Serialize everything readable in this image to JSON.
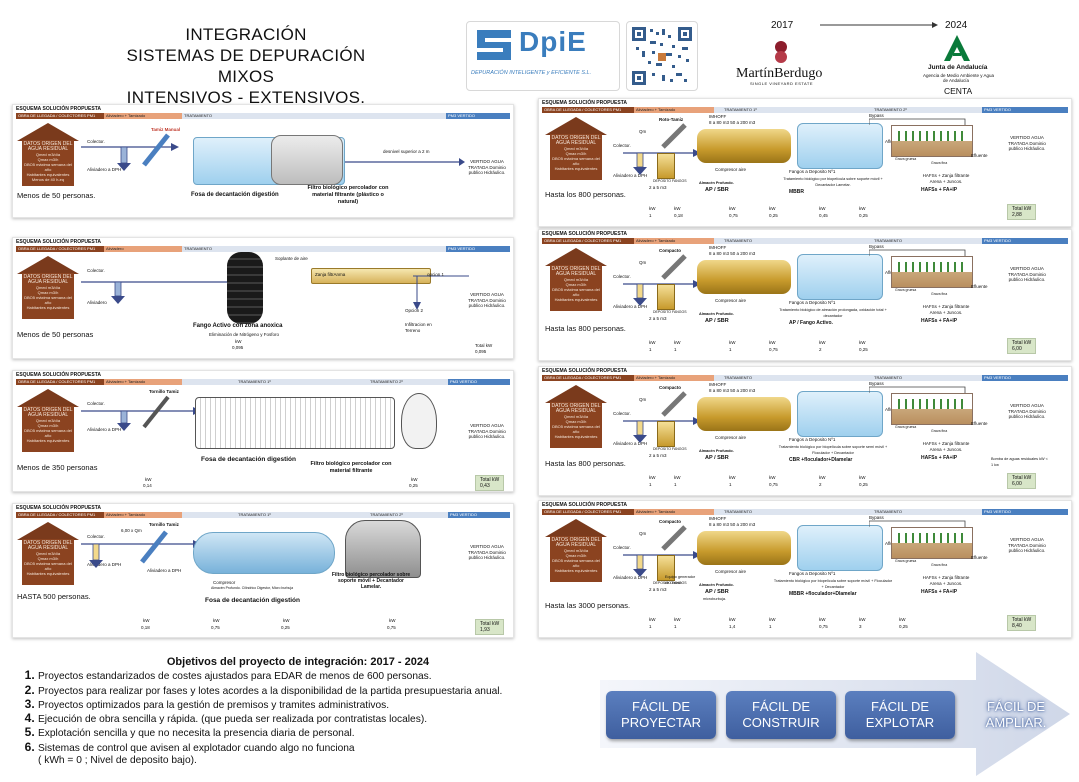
{
  "header": {
    "title_lines": [
      "INTEGRACIÓN",
      "SISTEMAS DE DEPURACIÓN MIXOS",
      "INTENSIVOS - EXTENSIVOS."
    ],
    "logo_text": "DpiE",
    "logo_tagline": "DEPURACIÓN INTELIGENTE y EFICIENTE S.L.",
    "year_start": "2017",
    "year_end": "2024",
    "partner1_name": "MartínBerdugo",
    "partner1_sub": "SINGLE VINEYARD ESTATE",
    "partner2_name": "Junta de Andalucía",
    "partner2_sub1": "Agencia de Medio Ambiente y Agua",
    "partner2_sub2": "de Andalucía",
    "partner2_unit": "CENTA"
  },
  "common": {
    "esquema": "ESQUEMA SOLUCIÓN PROPUESTA",
    "obra": "OBRA DE LLEGADA / COLECTORES  PM1",
    "aliviadero_tamizado": "Aliviadero + Tamizado",
    "aliviadero": "Aliviadero",
    "tratamiento": "TRATAMIENTO",
    "tratamiento1": "TRATAMIENTO 1º",
    "tratamiento2": "TRATAMIENTO 2º",
    "vertido_bar": "PM3  VERTIDO",
    "datos_title": "DATOS ORIGEN DEL AGUA RESIDUAL",
    "datos_lines": [
      "Qmed m3/día",
      "Qmax m3/h",
      "DBO5 máxima semana del año",
      "Habitantes equivalentes"
    ],
    "colector": "Colector.",
    "aliviadero_dph": "Aliviadero a DPH",
    "vertido": "VERTIDO AGUA TRATADA",
    "dominio": "Dominio publico Hidráulico.",
    "kw": "kW",
    "total_kw": "Total kW",
    "imhoff": "IMHOFF",
    "imhoff_dims": "8 a 80 m3    50 a 200 m3",
    "compresor": "Compresor aire",
    "fangos": "Fangos a Deposito Nº1",
    "almacen": "Almacén Profundo.",
    "ap_sbr": "AP / SBR",
    "hafs_line1": "HAFSs + Zanja filtrante",
    "hafs_line2": "Arena + Juncos.",
    "hafs_fa": "HAFSs + FA+IP",
    "bypass": "Bypass",
    "afluente": "Afluente",
    "efluente": "Efluente",
    "grava": "Grava gruesa",
    "grava_fina": "Grava fina",
    "compacto": "Compacto",
    "deposito": "DEPOSITO FANGOS",
    "m3": "2 a 5  m3"
  },
  "panels_left": [
    {
      "label": "Menos de 50 personas.",
      "item1": "Tamiz Manual",
      "item2": "Fosa de decantación digestión",
      "item3": "Filtro biológico percolador con material filtrante (plástico o natural)",
      "item4": "desnivel superior a 2 m",
      "menos": "Menos de 40 h-eq"
    },
    {
      "label": "Menos de 50 personas",
      "item1": "Soplante de aire",
      "item2": "Fango Activo con zona anoxica",
      "item3": "Eliminación de Nitrógeno y Fosforo",
      "item4": "Zanja filtrAnma",
      "opcion1": "opcion 1",
      "opcion2": "Opcion 2",
      "infiltracion": "Infiltracion en Terreno",
      "kw": "kW",
      "kwv": "0,095",
      "totalv": "0,095"
    },
    {
      "label": "Menos de 350 personas",
      "item1": "Tornillo Tamiz",
      "item2": "Fosa de decantación digestión",
      "item3": "Filtro biológico percolador con material filtrante",
      "kw1": "0,14",
      "kw2": "0,25",
      "total": "0,43"
    },
    {
      "label": "HASTA 500 personas.",
      "item1": "Tornillo Tamiz",
      "item2": "Fosa de decantación digestión",
      "item3": "Filtro biológico percolador sobre soporte móvil + Decantador Lamelar.",
      "caudal": "6,00 x Qm",
      "compresor": "Compresor",
      "almac": "Almacén Profundo. Cilindrico Digestor, Micro burbuja",
      "kw1": "0,18",
      "kw2": "0,75",
      "kw3": "0,25",
      "kw4": "0,75",
      "total": "1,93"
    }
  ],
  "panels_right": [
    {
      "label": "Hasta los 800 personas.",
      "rototamiz": "Roto-Tamiz",
      "desc": "Tratamiento biológico por biopelícula sobre soporte móvil + Decantador Lamelar.",
      "tech": "MBBR",
      "kws": [
        "1",
        "0,18",
        "0,75",
        "0,25",
        "0,45",
        "0,25"
      ],
      "total": "2,88"
    },
    {
      "label": "Hasta las 800 personas.",
      "desc": "Tratamiento biológico de aireación prolongada, oxidación total + decantador",
      "tech": "AP / Fango Activo.",
      "kws": [
        "1",
        "1",
        "1",
        "0,75",
        "2",
        "0,25"
      ],
      "total": "6,00"
    },
    {
      "label": "Hasta las 800 personas.",
      "desc": "Tratamiento biológico por biopelícula sobre soporte semi móvil + Floculador + Decantador",
      "tech": "CBR +floculador+Dlamelar",
      "note": "Bomba de aguas residuales  kW < 1 kw",
      "kws": [
        "1",
        "1",
        "1",
        "0,75",
        "2",
        "0,25"
      ],
      "total": "6,00"
    },
    {
      "label": "Hasta las 3000 personas.",
      "desc": "Tratamiento biológico por biopelícula sobre soporte móvil + Floculador + Decantador",
      "tech": "MBBR +floculador+Dlamelar",
      "ozono": "Equipo generador de Ozono",
      "microburbuja": "microburbuja.",
      "kws": [
        "1",
        "1",
        "1,4",
        "1",
        "0,75",
        "3",
        "0,25"
      ],
      "total": "8,40"
    }
  ],
  "objectives": {
    "title": "Objetivos del proyecto de integración: 2017 - 2024",
    "items": [
      "Proyectos estandarizados de costes ajustados para EDAR de menos de 600 personas.",
      "Proyectos para realizar por fases y lotes acordes a la disponibilidad de la partida presupuestaria anual.",
      "Proyectos optimizados para la gestión de premisos y tramites administrativos.",
      "Ejecución de obra sencilla y rápida. (que pueda ser realizada por contratistas locales).",
      "Explotación sencilla y que no necesita la presencia diaria de personal.",
      "Sistemas de control que avisen al explotador cuando algo no funciona"
    ],
    "item6_sub": "( kWh = 0 ;  Nivel de deposito bajo)."
  },
  "steps": [
    "FÁCIL DE PROYECTAR",
    "FÁCIL DE CONSTRUIR",
    "FÁCIL DE EXPLOTAR",
    "FÁCIL DE AMPLIAR."
  ],
  "colors": {
    "house": "#8b4320",
    "bar_blue": "#4a7fc0",
    "bar_orange": "#e8a27a",
    "step_blue": "#4a6fb0"
  }
}
